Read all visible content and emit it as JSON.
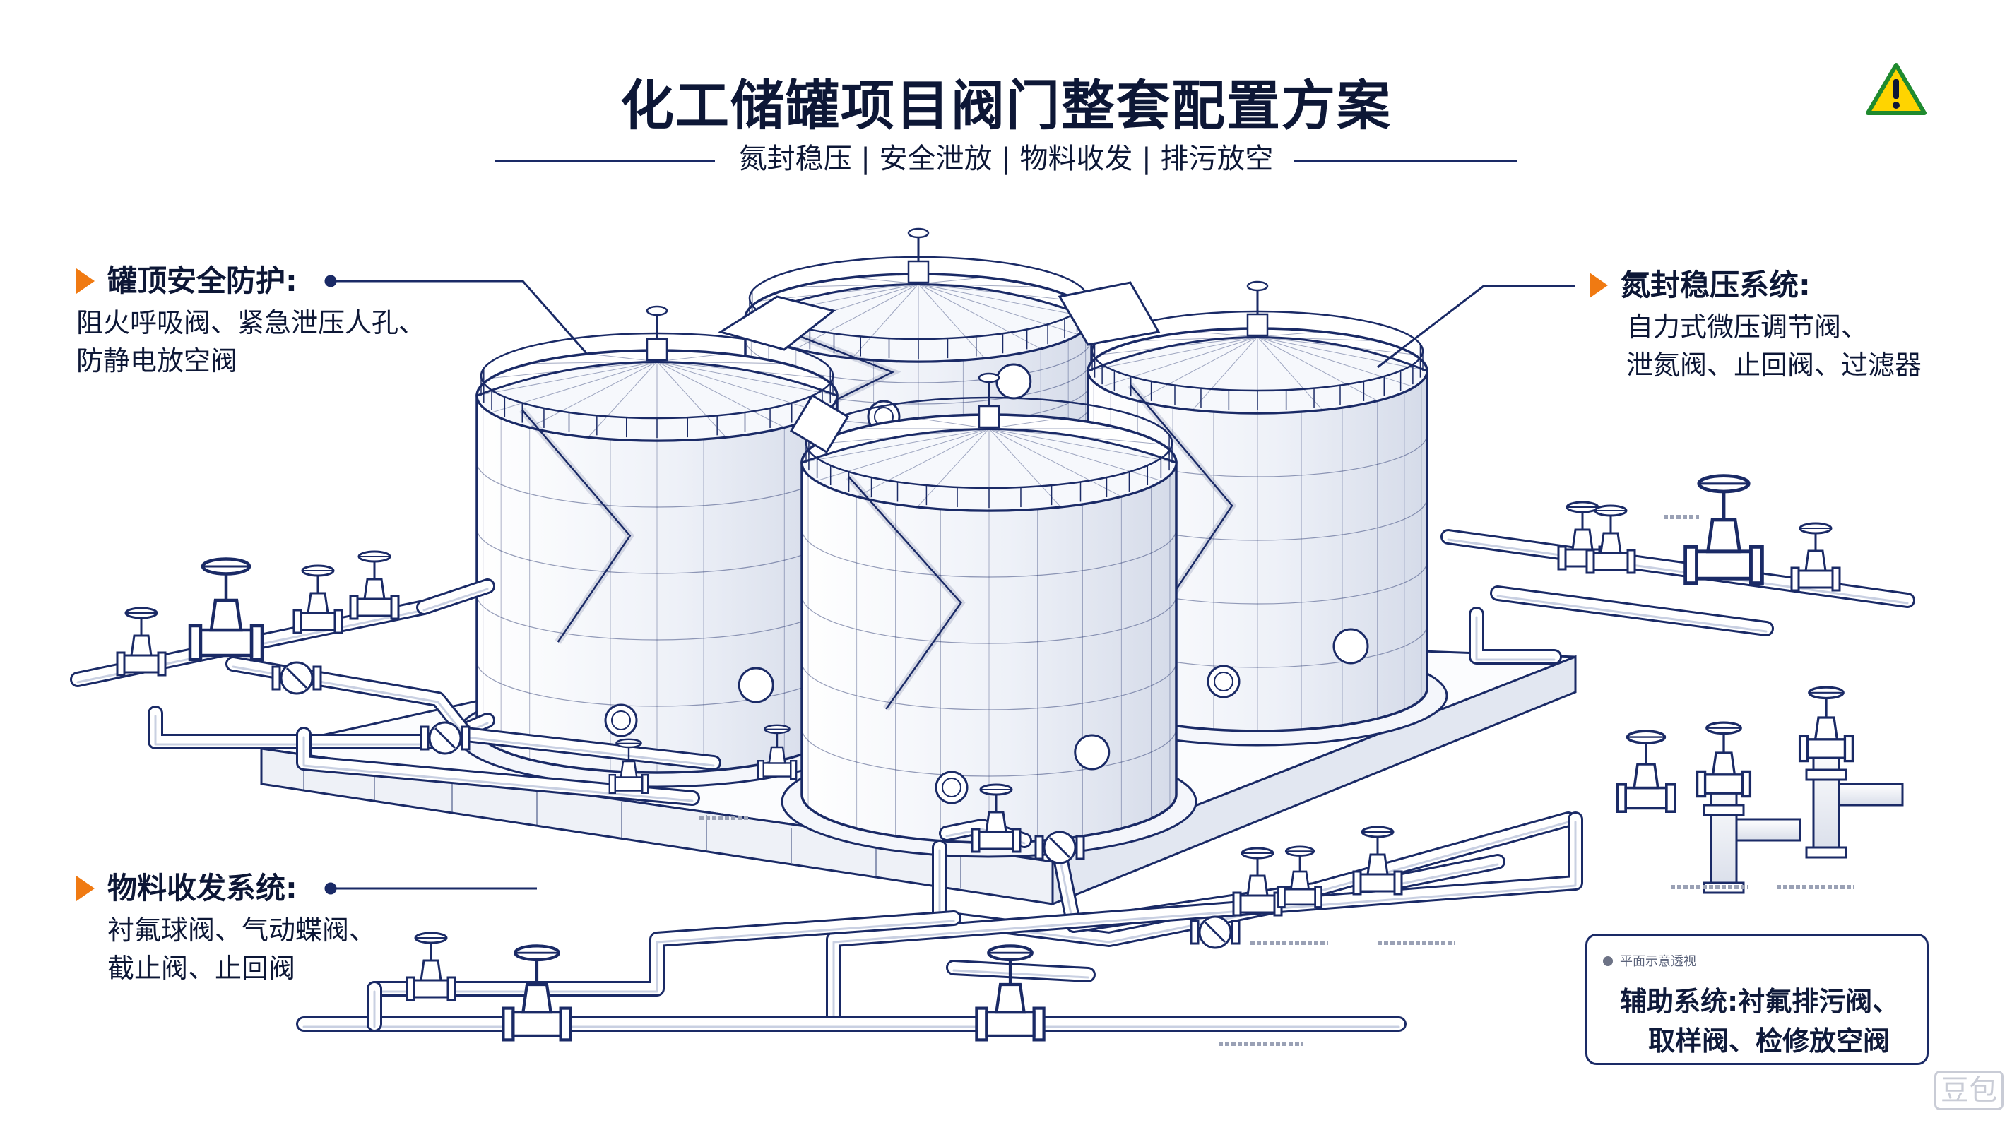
{
  "header": {
    "title": "化工储罐项目阀门整套配置方案",
    "subtitle": "氮封稳压 | 安全泄放 | 物料收发 | 排污放空"
  },
  "callouts": {
    "roof_safety": {
      "title": "罐顶安全防护:",
      "line1": "阻火呼吸阀、紧急泄压人孔、",
      "line2": "防静电放空阀"
    },
    "nitrogen": {
      "title": "氮封稳压系统:",
      "line1": "自力式微压调节阀、",
      "line2": "泄氮阀、止回阀、过滤器"
    },
    "material": {
      "title": "物料收发系统:",
      "line1": "衬氟球阀、气动蝶阀、",
      "line2": "截止阀、止回阀"
    }
  },
  "aux": {
    "caption": "平面示意透视",
    "line1": "辅助系统:衬氟排污阀、",
    "line2": "取样阀、检修放空阀"
  },
  "watermark": "豆包",
  "colors": {
    "line": "#1a2a66",
    "accent": "#f07a12",
    "warning_fill": "#ffd400",
    "warning_border": "#1f8a2e"
  }
}
